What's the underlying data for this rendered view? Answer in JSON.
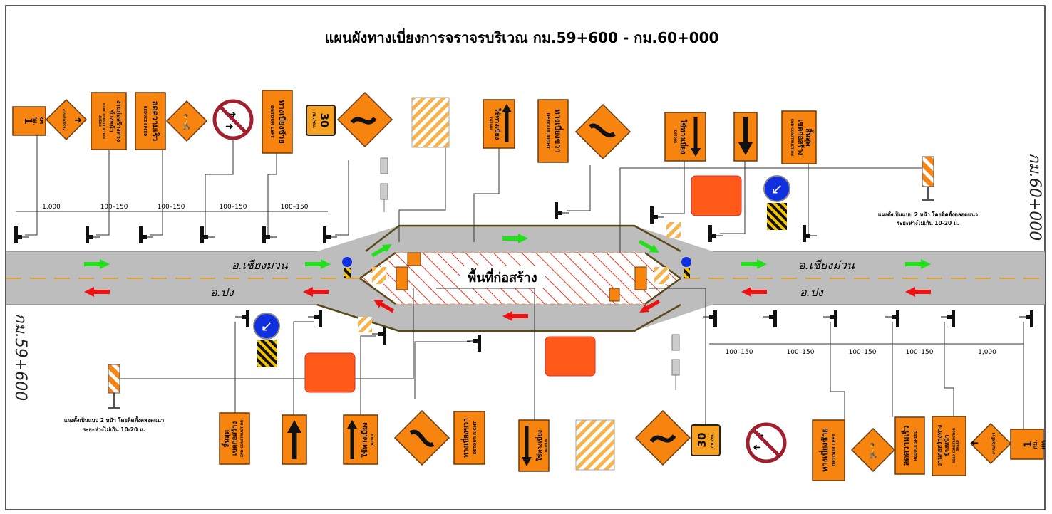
{
  "title": "แผนผังทางเบี่ยงการจราจรบริเวณ กม.59+600 - กม.60+000",
  "km_start": "กม.59+600",
  "km_end": "กม.60+000",
  "road": {
    "to_chiang_muan": "อ.เชียงม่วน",
    "to_pong": "อ.ปง",
    "construction_area": "พื้นที่ก่อสร้าง"
  },
  "marker_note": {
    "line1": "แผงตั้งเป็นแบบ 2 หน้า โดยติดตั้งตลอดแนว",
    "line2": "ระยะห่างไม่เกิน 10-20 ม."
  },
  "distances_top": [
    "1,000",
    "100–150",
    "100–150",
    "100–150",
    "100–150"
  ],
  "distances_bottom": [
    "100–150",
    "100–150",
    "100–150",
    "100–150",
    "1,000"
  ],
  "signs": {
    "km": {
      "num": "1",
      "th": "กม.",
      "en": "KM."
    },
    "construction_diamond": {
      "th": "งานก่อสร้าง",
      "en": "CONSTRUCTION"
    },
    "road_construction_ahead": {
      "th1": "งานก่อสร้างทาง",
      "th2": "ข้างหน้า",
      "en1": "ROAD CONSTRUCTION",
      "en2": "AHEAD"
    },
    "reduce_speed": {
      "th": "ลดความเร็ว",
      "en": "REDUCE SPEED"
    },
    "detour_left": {
      "th": "ทางเบี่ยงซ้าย",
      "en": "DETOUR LEFT"
    },
    "speed_limit": {
      "num": "30",
      "unit": "กม./ชม."
    },
    "use_detour": {
      "th": "ใช้ทางเบี่ยง",
      "en": "DETOUR"
    },
    "detour_right": {
      "th": "ทางเบี่ยงขวา",
      "en": "DETOUR RIGHT"
    },
    "end_construction": {
      "th1": "สิ้นสุด",
      "th2": "เขตก่อสร้าง",
      "en": "END CONSTRUCTION"
    }
  },
  "colors": {
    "sign": "#f7840f",
    "road": "#bdbdbd",
    "forward_arrow": "#22e01a",
    "reverse_arrow": "#ee1111",
    "hatch": "#ee3322",
    "keep_left": "#1030e0"
  }
}
